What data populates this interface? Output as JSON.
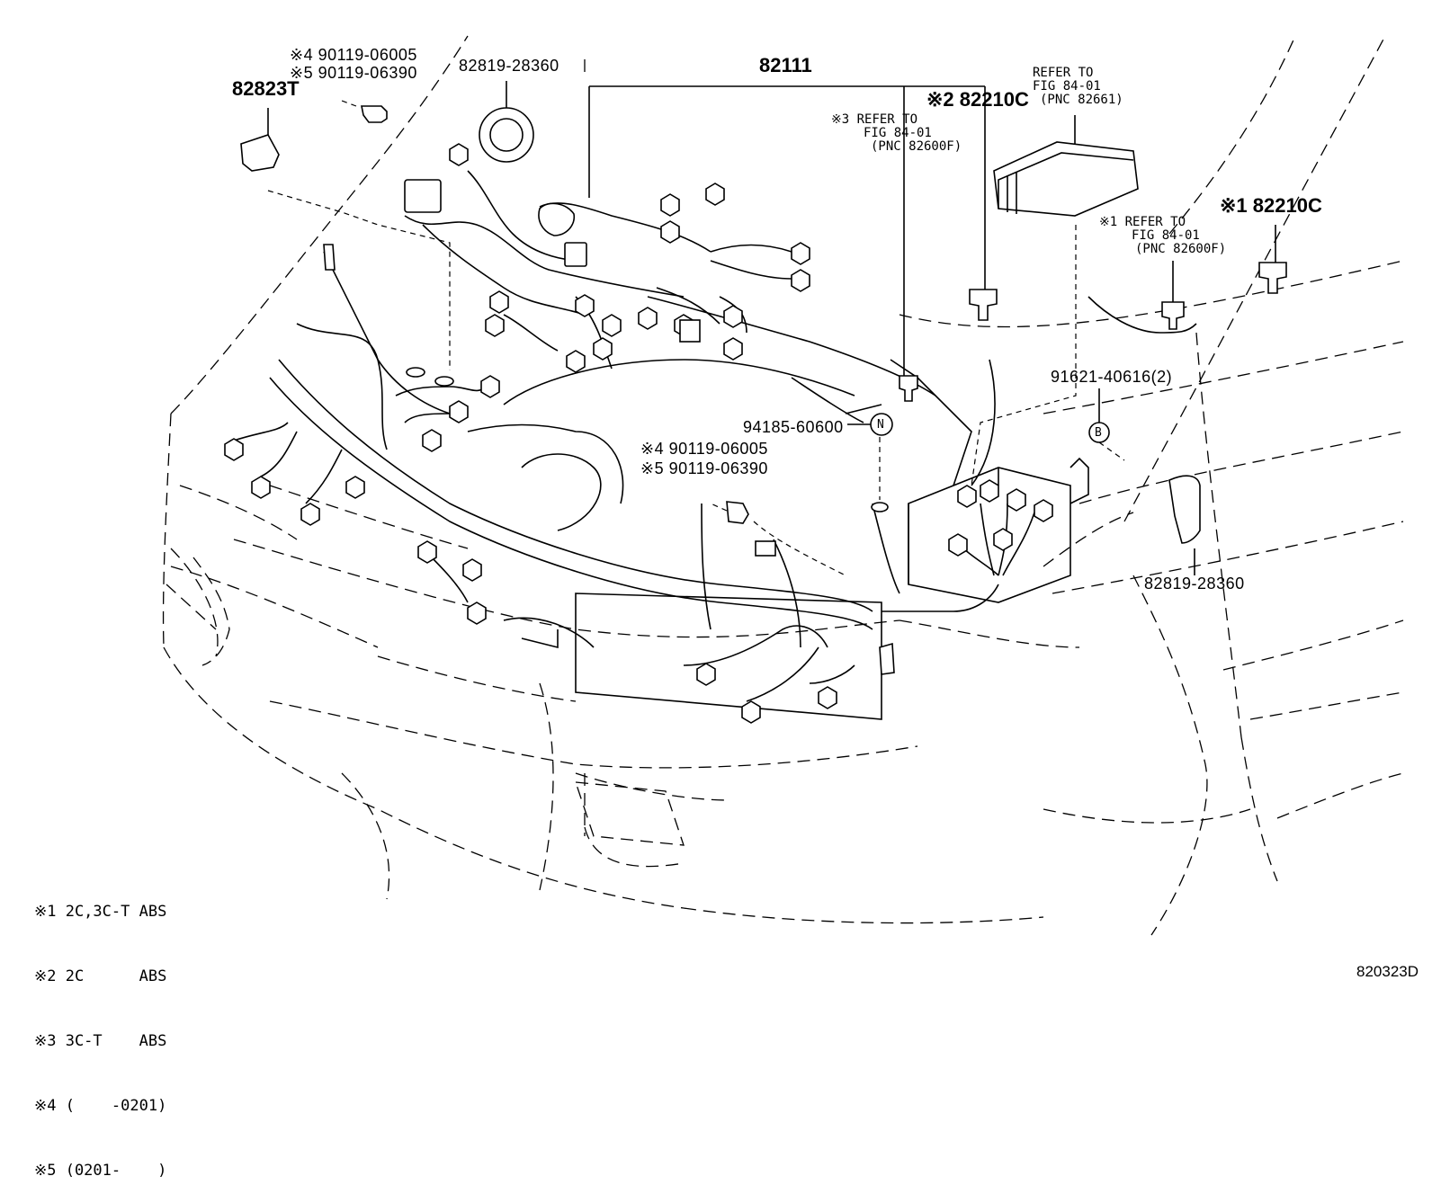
{
  "callouts": {
    "p82111": "82111",
    "p82823t": "82823T",
    "top_left_bolt_4": "※4  90119-06005",
    "top_left_bolt_5": "※5  90119-06390",
    "grommet_top": "82819-28360",
    "relay_2": "※2 82210C",
    "relay_1": "※1 82210C",
    "refer_3": [
      "※3 REFER TO",
      "FIG 84-01",
      "(PNC 82600F)"
    ],
    "refer_box": [
      "REFER TO",
      "FIG 84-01",
      "(PNC 82661)"
    ],
    "refer_1": [
      "※1 REFER TO",
      "FIG 84-01",
      "(PNC 82600F)"
    ],
    "bolt_b": "91621-40616(2)",
    "nut_n": "94185-60600",
    "mid_bolt_4": "※4 90119-06005",
    "mid_bolt_5": "※5 90119-06390",
    "grommet_right": "82819-28360",
    "marker_n": "N",
    "marker_b": "B"
  },
  "legend": [
    "※1 2C,3C-T ABS",
    "※2 2C      ABS",
    "※3 3C-T    ABS",
    "※4 (    -0201)",
    "※5 (0201-    )"
  ],
  "figure_code": "820323D"
}
